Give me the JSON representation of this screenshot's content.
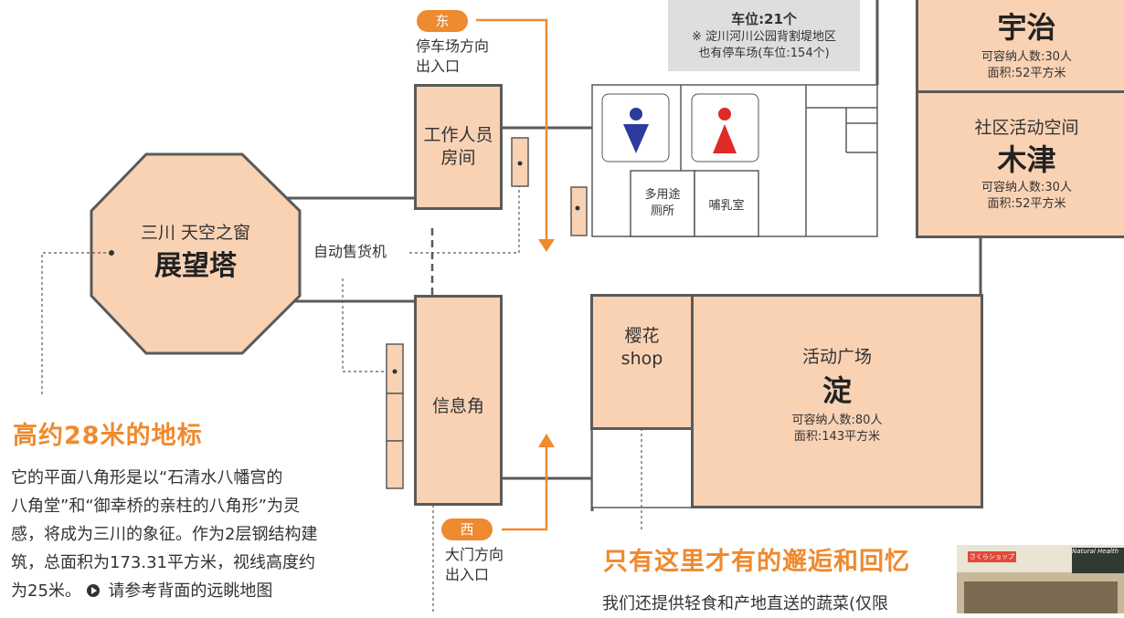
{
  "colors": {
    "accent": "#ee8a2f",
    "room_fill": "#f9d2b4",
    "wall": "#5a5a5a",
    "male": "#2d3b9c",
    "female": "#e02a25",
    "note_bg": "#dedede"
  },
  "parking_note": {
    "spaces": "车位:21个",
    "line1": "※ 淀川河川公园背割堤地区",
    "line2": "也有停车场(车位:154个)"
  },
  "uji": {
    "name": "宇治",
    "capacity": "可容纳人数:30人",
    "area": "面积:52平方米"
  },
  "kizu": {
    "category": "社区活动空间",
    "name": "木津",
    "capacity": "可容纳人数:30人",
    "area": "面积:52平方米"
  },
  "east": {
    "tag": "东",
    "line1": "停车场方向",
    "line2": "出入口"
  },
  "west": {
    "tag": "西",
    "line1": "大门方向",
    "line2": "出入口"
  },
  "staff_room": {
    "line1": "工作人员",
    "line2": "房间"
  },
  "tower": {
    "subtitle": "三川 天空之窗",
    "name": "展望塔"
  },
  "vending": "自动售货机",
  "info": "信息角",
  "toilet": {
    "multi_line1": "多用途",
    "multi_line2": "厕所",
    "nursing": "哺乳室"
  },
  "shop": {
    "line1": "樱花",
    "line2": "shop"
  },
  "plaza": {
    "category": "活动广场",
    "name": "淀",
    "capacity": "可容纳人数:80人",
    "area": "面积:143平方米"
  },
  "landmark": {
    "heading": "高约28米的地标",
    "lines": [
      "它的平面八角形是以“石清水八幡宫的",
      "八角堂”和“御幸桥的亲柱的八角形”为灵",
      "感，将成为三川的象征。作为2层钢结构建",
      "筑，总面积为173.31平方米，视线高度约",
      "为25米。"
    ],
    "link": "请参考背面的远眺地图"
  },
  "memory": {
    "heading": "只有这里才有的邂逅和回忆",
    "line1": "我们还提供轻食和产地直送的蔬菜(仅限"
  },
  "photo": {
    "sign_left": "さくらショップ",
    "sign_right": "Natural Health"
  }
}
